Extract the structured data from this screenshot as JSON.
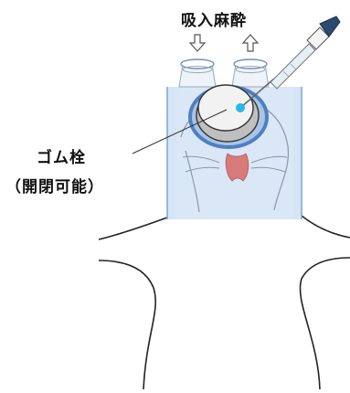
{
  "labels": {
    "anesthesia": "吸入麻酔",
    "rubber_plug": "ゴム栓",
    "openable": "（開閉可能）"
  },
  "colors": {
    "chamber_fill": "#cfe0f3",
    "chamber_edge": "#7aa6d6",
    "ring_blue": "#4f7fc0",
    "needle_dot": "#29b6e8",
    "outline": "#222222",
    "nose": "#d77a7a"
  }
}
